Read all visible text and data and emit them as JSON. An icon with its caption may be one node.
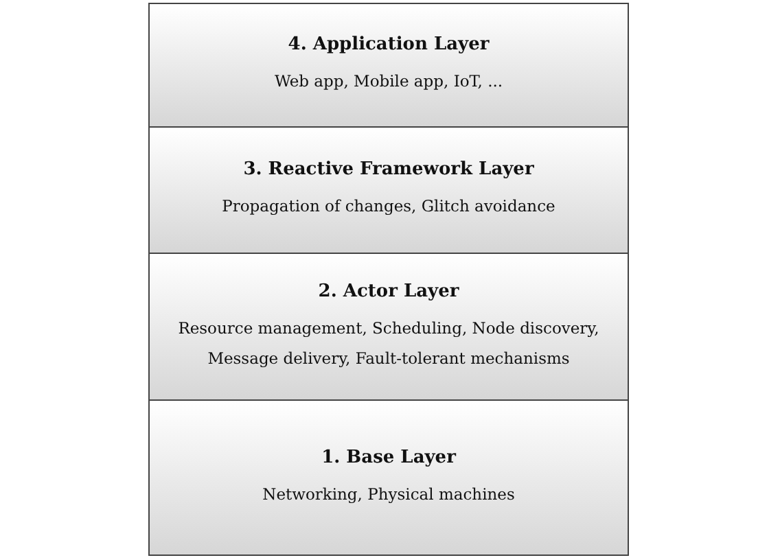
{
  "diagram": {
    "nodes": [
      {
        "text": [
          "4. Application Layer",
          "Web app, Mobile app, IoT, ..."
        ]
      },
      {
        "text": [
          "3. Reactive Framework Layer",
          "Propagation of changes, Glitch avoidance"
        ]
      },
      {
        "text": [
          "2. Actor Layer",
          "Resource management, Scheduling, Node discovery, Message delivery, Fault-tolerant mechanisms"
        ]
      },
      {
        "text": [
          "1. Base Layer",
          "Networking, Physical machines"
        ]
      }
    ]
  }
}
